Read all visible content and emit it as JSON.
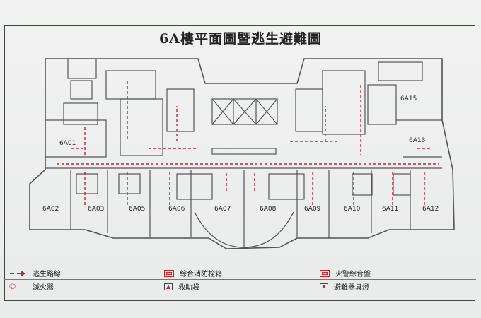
{
  "title": "6A樓平面圖暨逃生避難圖",
  "units": [
    "6A01",
    "6A02",
    "6A03",
    "6A05",
    "6A06",
    "6A07",
    "6A08",
    "6A09",
    "6A10",
    "6A11",
    "6A12",
    "6A13",
    "6A15"
  ],
  "legend": {
    "escape_route": "逃生路線",
    "hydrant": "綜合消防栓箱",
    "alarm_panel": "火警綜合盤",
    "extinguisher": "滅火器",
    "rescue_bag": "救助袋",
    "emergency_light": "避難器具燈"
  },
  "colors": {
    "route": "#c0262d",
    "wall": "#555555",
    "frame": "#444444"
  }
}
